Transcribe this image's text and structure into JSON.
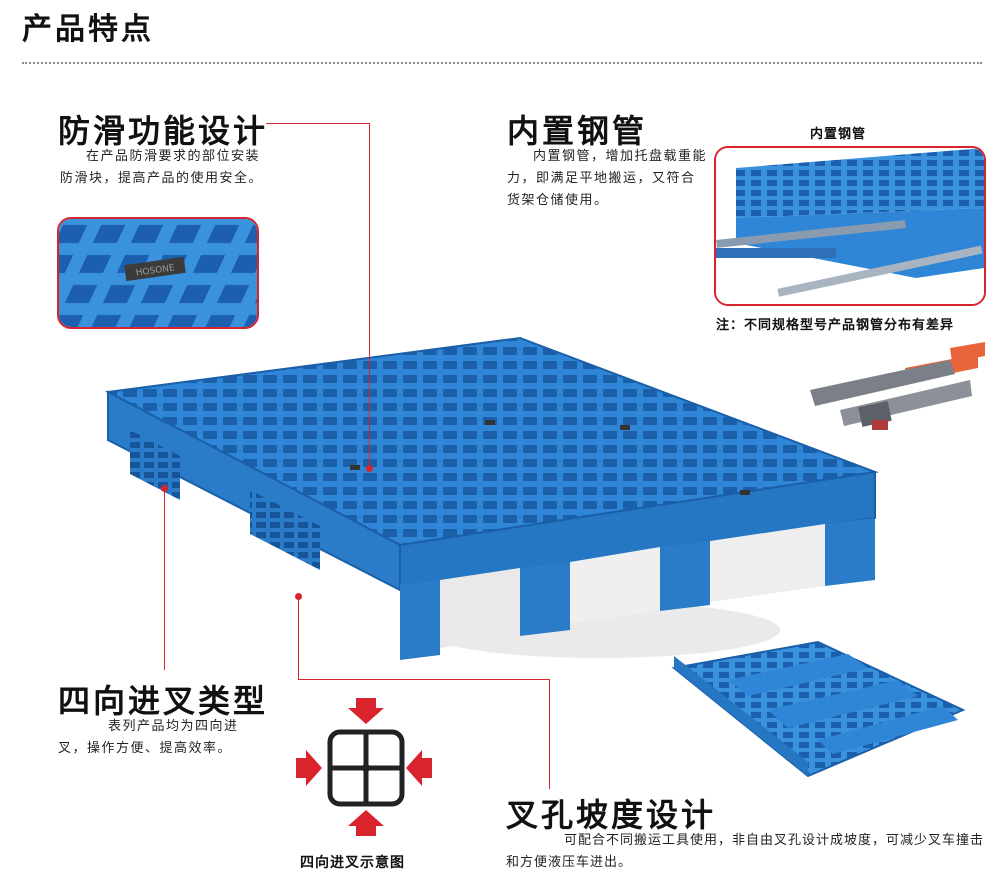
{
  "header": {
    "title": "产品特点"
  },
  "features": {
    "anti_slip": {
      "title": "防滑功能设计",
      "desc": "在产品防滑要求的部位安装防滑块，提高产品的使用安全。",
      "badge_text": "HOSONE"
    },
    "steel_tube": {
      "title": "内置钢管",
      "desc": "内置钢管，增加托盘载重能力，即满足平地搬运，又符合货架仓储使用。",
      "photo_caption": "内置钢管",
      "note": "注：不同规格型号产品钢管分布有差异"
    },
    "four_way": {
      "title": "四向进叉类型",
      "desc": "表列产品均为四向进叉，操作方便、提高效率。",
      "diagram_caption": "四向进叉示意图"
    },
    "fork_slope": {
      "title": "叉孔坡度设计",
      "desc": "可配合不同搬运工具使用，非自由叉孔设计成坡度，可减少叉车撞击和方便液压车进出。"
    }
  },
  "colors": {
    "accent_red": "#d9232d",
    "pallet_blue": "#2f86d6",
    "pallet_dark": "#1a5fa8",
    "forklift_orange": "#e8643a"
  }
}
